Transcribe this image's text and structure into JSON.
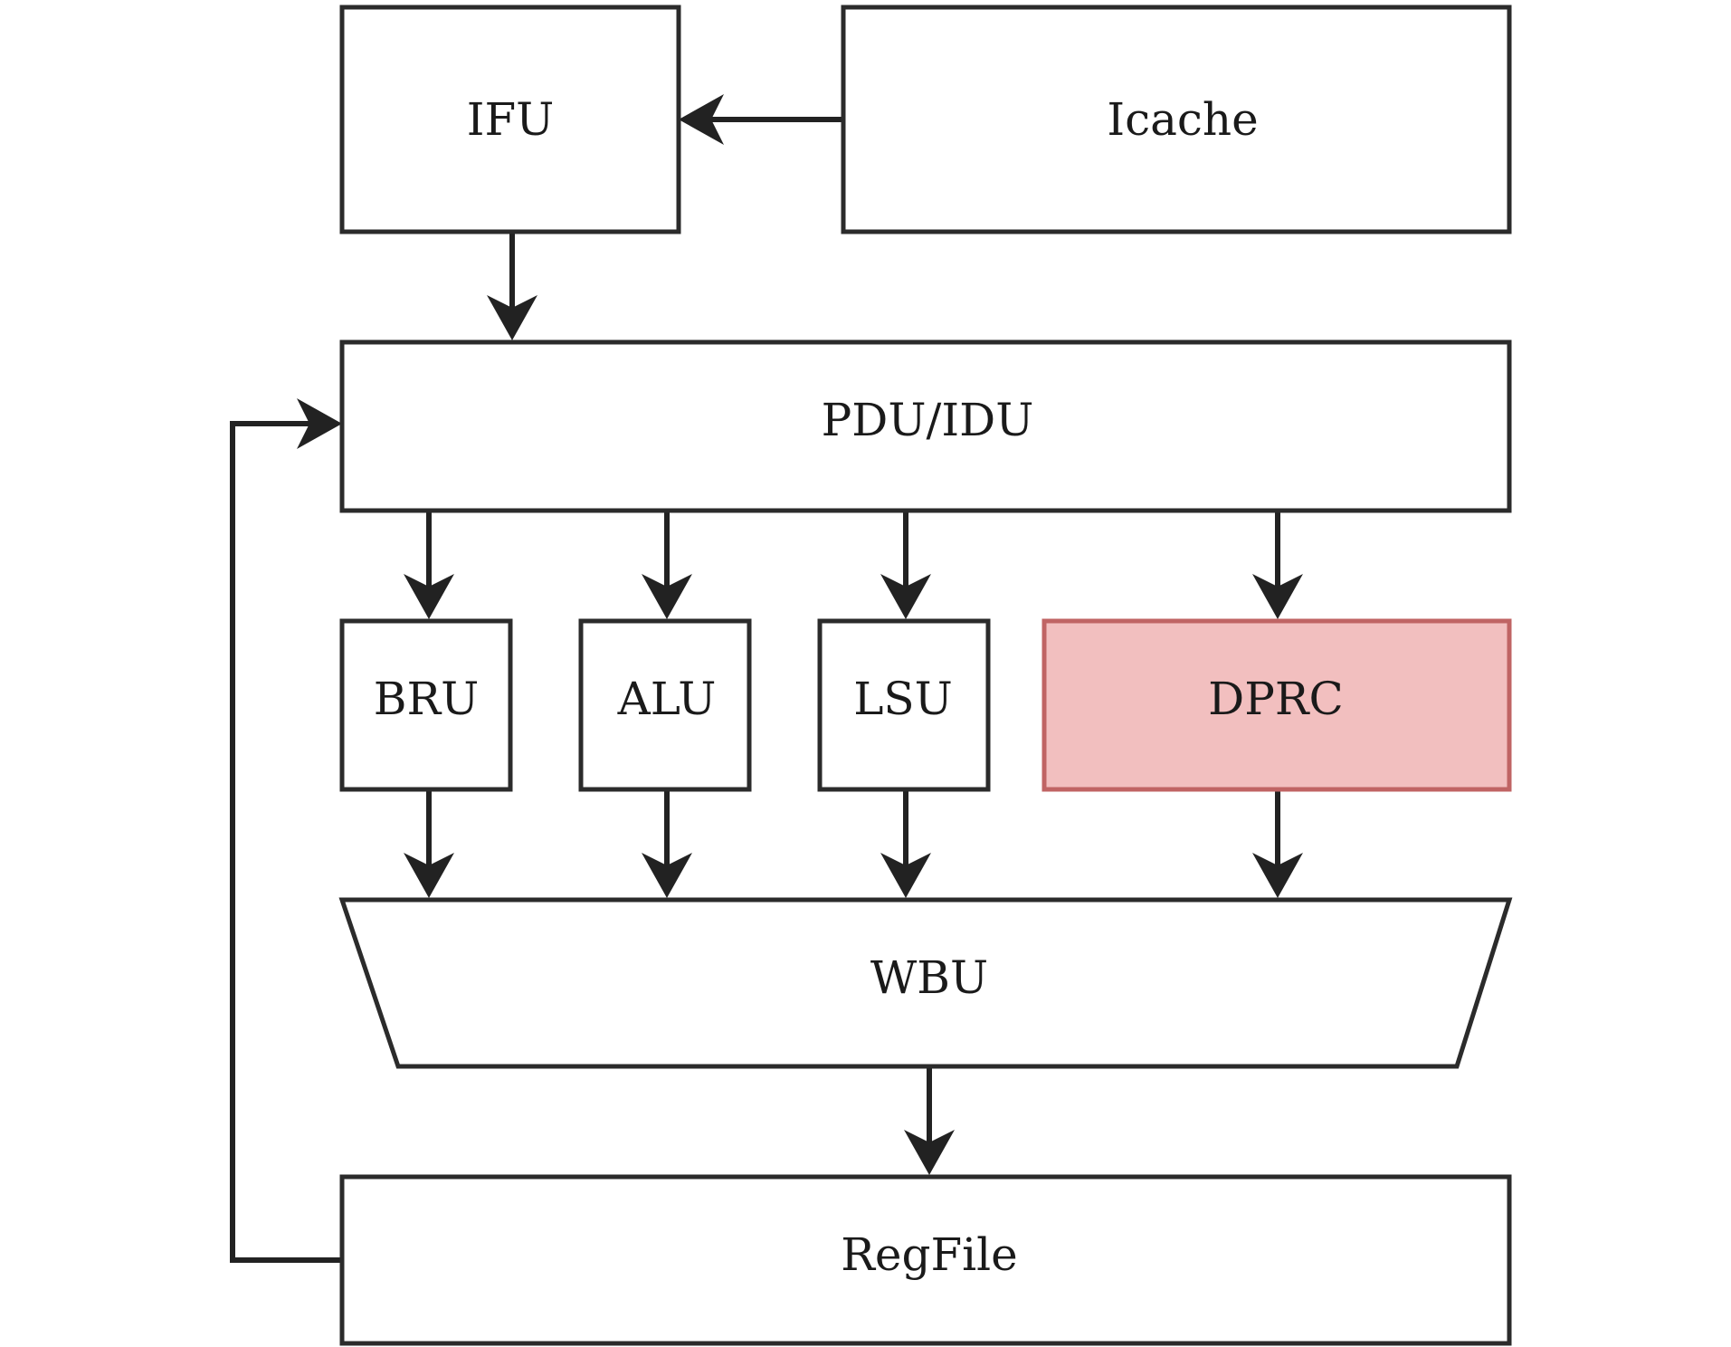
{
  "blocks": {
    "ifu": "IFU",
    "icache": "Icache",
    "pdu_idu": "PDU/IDU",
    "bru": "BRU",
    "alu": "ALU",
    "lsu": "LSU",
    "dprc": "DPRC",
    "wbu": "WBU",
    "regfile": "RegFile"
  },
  "colors": {
    "highlight_fill": "#f2bfbf",
    "highlight_stroke": "#c06464",
    "line": "#222222"
  }
}
